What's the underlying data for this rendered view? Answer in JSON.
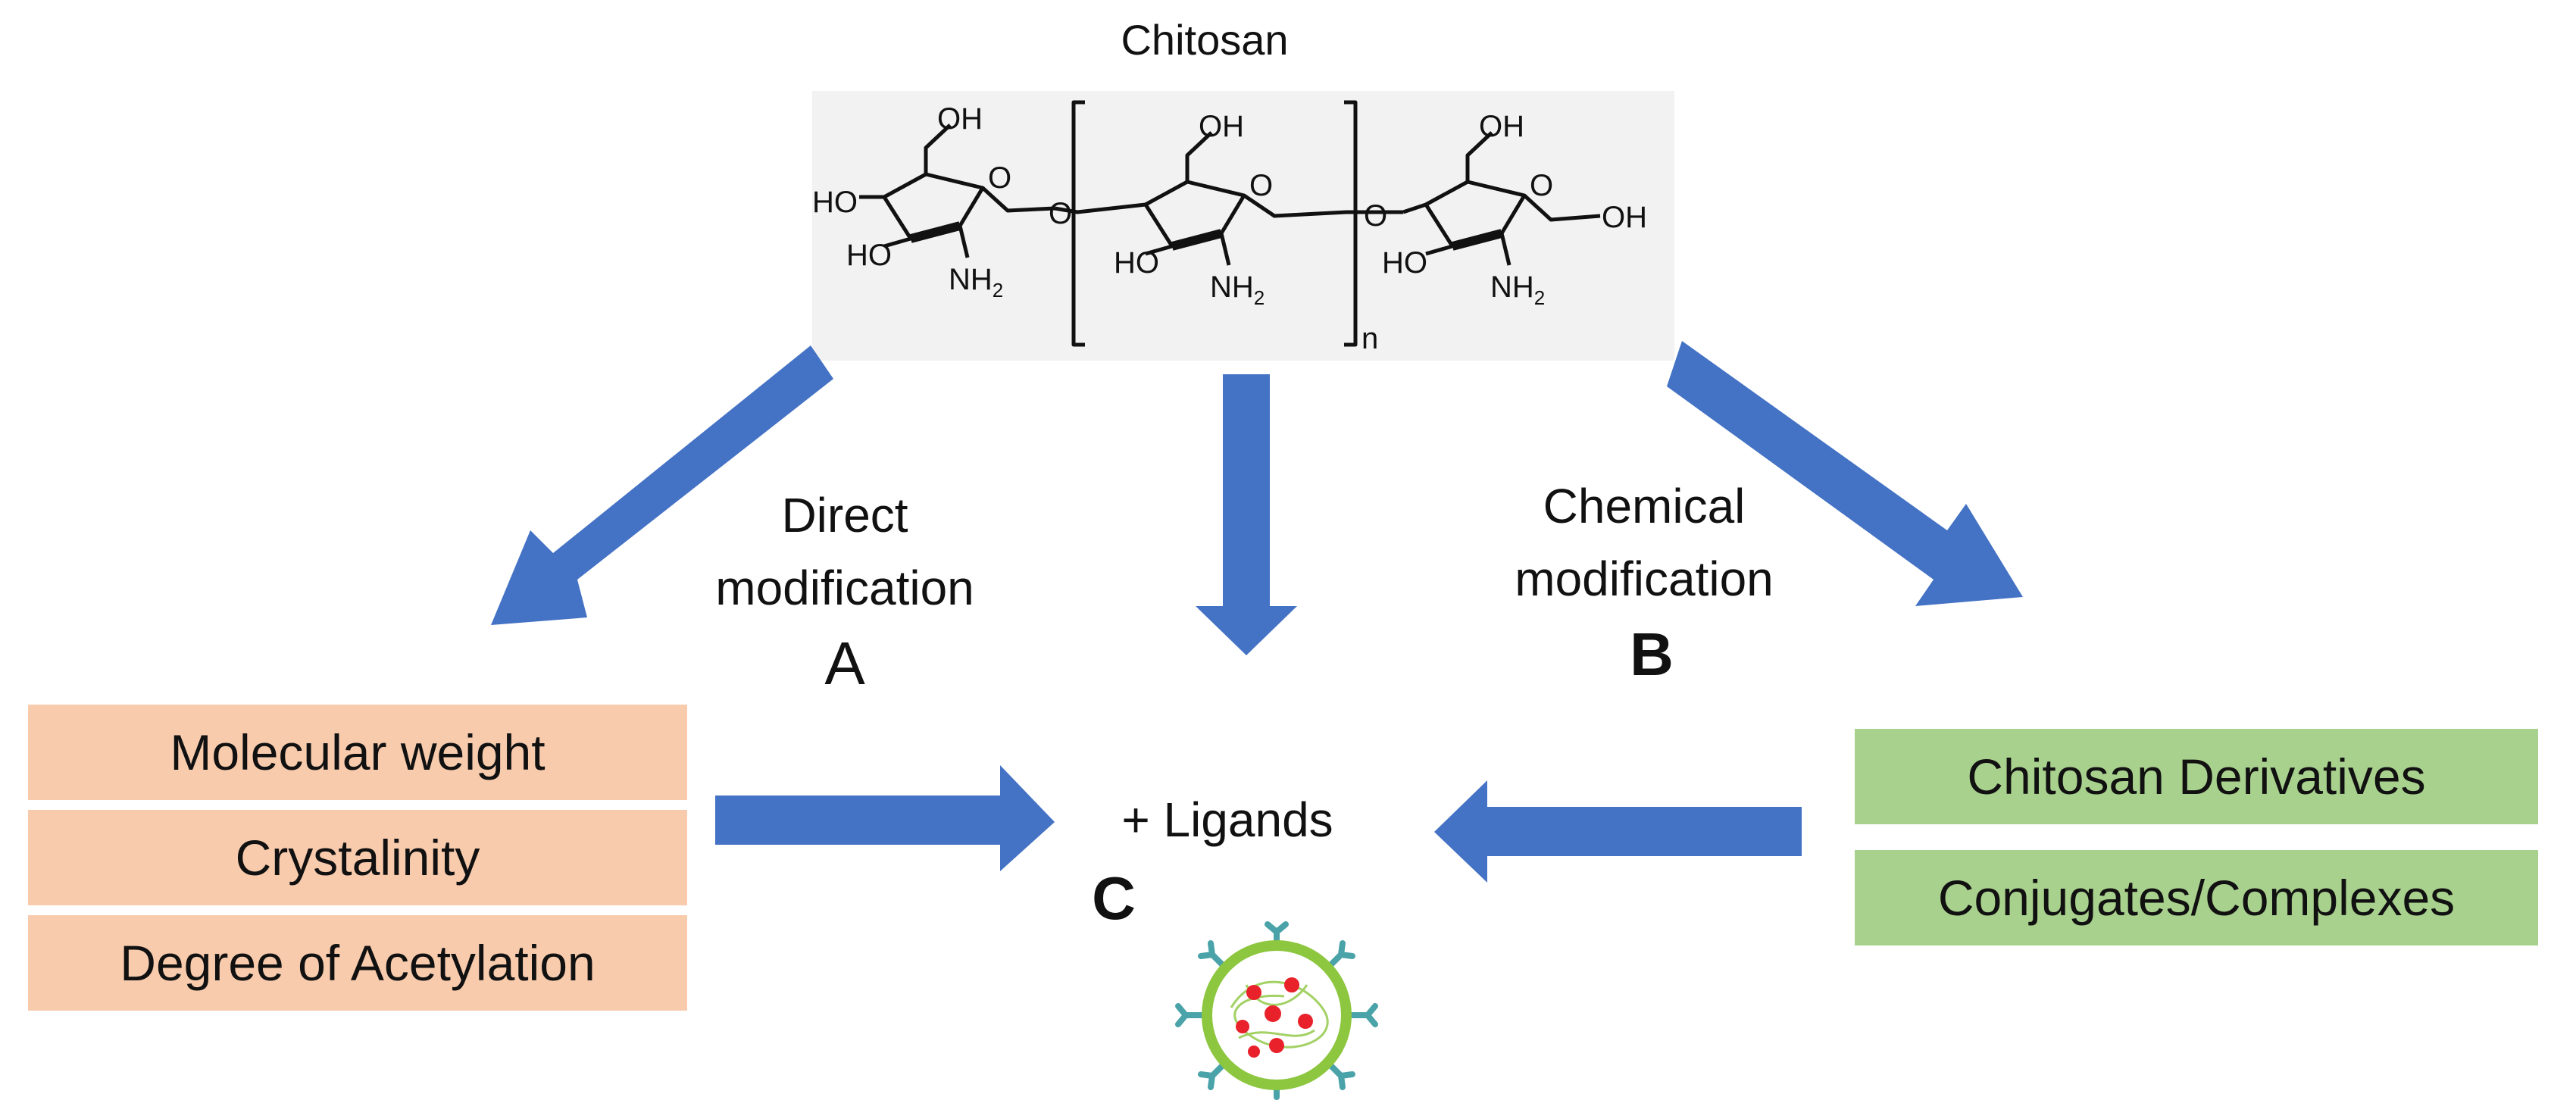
{
  "title": "Chitosan",
  "structure": {
    "oh": "OH",
    "ho": "HO",
    "nh2": "NH",
    "sub2": "2",
    "o": "O",
    "n": "n"
  },
  "branches": {
    "direct": {
      "line1": "Direct",
      "line2": "modification",
      "letter": "A"
    },
    "chemical": {
      "line1": "Chemical",
      "line2": "modification",
      "letter": "B"
    },
    "center": {
      "text": "+ Ligands",
      "letter": "C"
    }
  },
  "left_boxes": [
    "Molecular weight",
    "Crystalinity",
    "Degree of Acetylation"
  ],
  "right_boxes": [
    "Chitosan Derivatives",
    "Conjugates/Complexes"
  ],
  "colors": {
    "arrow": "#4472c4",
    "peach": "#f8cbad",
    "green": "#a9d18e",
    "particle_ring": "#8dc63f",
    "particle_dots": "#e8212b",
    "ligand": "#4aa3a8"
  },
  "icons": [
    "nanoparticle-icon"
  ]
}
